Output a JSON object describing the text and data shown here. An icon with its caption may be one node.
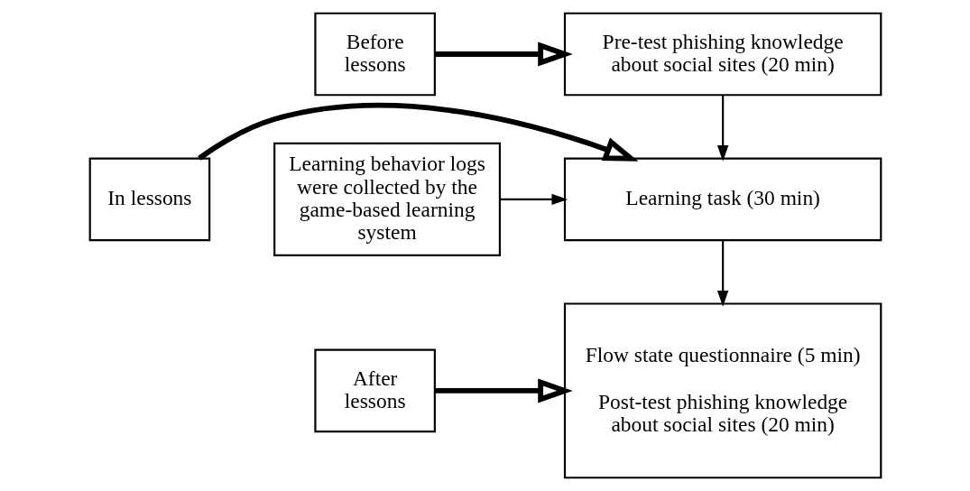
{
  "diagram": {
    "nodes": [
      {
        "text": [
          "Before lessons"
        ]
      },
      {
        "text": [
          "Pre-test phishing knowledge about social sites (20 min)"
        ]
      },
      {
        "text": [
          "In lessons"
        ]
      },
      {
        "text": [
          "Learning task (30 min)"
        ]
      },
      {
        "text": [
          "Learning behavior logs were collected by the game-based learning system"
        ]
      },
      {
        "text": [
          "After lessons"
        ]
      },
      {
        "text": [
          "Flow state questionnaire (5 min)",
          "Post-test phishing knowledge about social sites (20 min)"
        ]
      }
    ],
    "edges": [
      {
        "from": 0,
        "to": 1,
        "arrow": "to",
        "style": "thick"
      },
      {
        "from": 1,
        "to": 3,
        "arrow": "to"
      },
      {
        "from": 2,
        "to": 3,
        "arrow": "to",
        "style": "thick"
      },
      {
        "from": 4,
        "to": 3,
        "arrow": "to"
      },
      {
        "from": 3,
        "to": 6,
        "arrow": "to"
      },
      {
        "from": 5,
        "to": 6,
        "arrow": "to",
        "style": "thick"
      }
    ]
  }
}
